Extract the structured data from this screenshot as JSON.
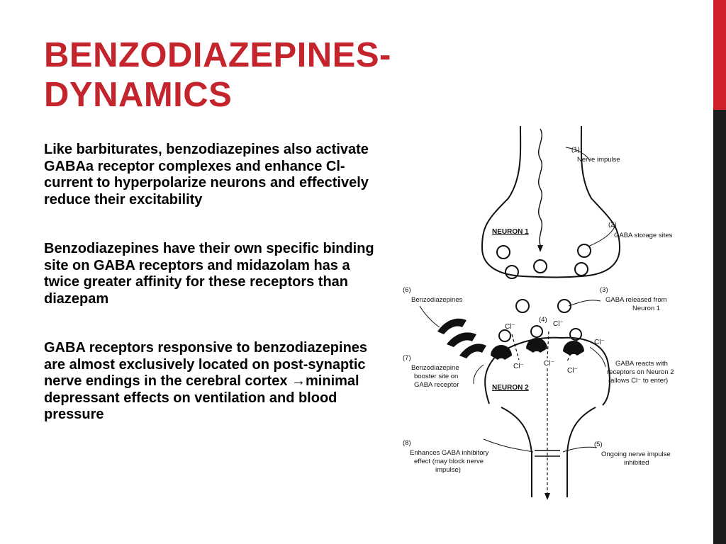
{
  "slide": {
    "title_line1": "BENZODIAZEPINES-",
    "title_line2": "DYNAMICS",
    "accent_colors": {
      "title": "#c4242b",
      "bar_top": "#d0202a",
      "bar_bottom": "#1c1c1c"
    }
  },
  "paragraphs": [
    {
      "text": "Like barbiturates, benzodiazepines also activate GABAa receptor complexes and enhance Cl- current to hyperpolarize neurons and effectively reduce their excitability"
    },
    {
      "text": "Benzodiazepines have their own specific binding site on GABA receptors and midazolam has a twice greater affinity for these receptors than diazepam"
    },
    {
      "text_before": "GABA receptors responsive to benzodiazepines are almost exclusively located on post-synaptic nerve endings in the cerebral cortex ",
      "arrow": "→",
      "text_after": "minimal depressant effects on ventilation and blood pressure"
    }
  ],
  "diagram": {
    "neuron1": "NEURON 1",
    "neuron2": "NEURON 2",
    "cl": "Cl⁻",
    "labels": [
      {
        "num": "(1)",
        "lines": [
          "Nerve impulse"
        ]
      },
      {
        "num": "(2)",
        "lines": [
          "GABA storage sites"
        ]
      },
      {
        "num": "(3)",
        "lines": [
          "GABA released from",
          "Neuron 1"
        ]
      },
      {
        "num": "(4)",
        "lines": []
      },
      {
        "num": "(5)",
        "lines": [
          "Ongoing nerve impulse",
          "inhibited"
        ]
      },
      {
        "num": "(6)",
        "lines": [
          "Benzodiazepines"
        ]
      },
      {
        "num": "(7)",
        "lines": [
          "Benzodiazepine",
          "booster site on",
          "GABA receptor"
        ]
      },
      {
        "num": "(8)",
        "lines": [
          "Enhances GABA inhibitory",
          "effect (may block nerve",
          "impulse)"
        ]
      }
    ],
    "gaba_reacts": [
      "GABA reacts with",
      "receptors on Neuron 2",
      "(allows Cl⁻ to enter)"
    ]
  }
}
